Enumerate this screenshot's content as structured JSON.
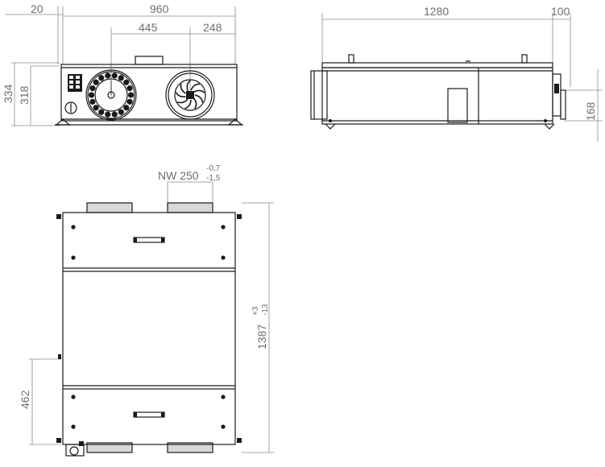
{
  "front_view": {
    "dim_top_left": "20",
    "dim_width": "960",
    "dim_fan_spacing": "445",
    "dim_fan_offset": "248",
    "dim_height_outer": "334",
    "dim_height_inner": "318"
  },
  "side_view": {
    "dim_length": "1280",
    "dim_depth_extra": "100",
    "dim_side_height": "168"
  },
  "top_view": {
    "duct_label": "NW 250",
    "duct_tol_upper": "-0,7",
    "duct_tol_lower": "-1,5",
    "dim_length": "1387",
    "dim_length_tol_upper": "+3",
    "dim_length_tol_lower": "-13",
    "dim_offset": "462"
  },
  "colors": {
    "line": "#1a1a1a",
    "dimension": "#8a8a8a",
    "text": "#6e6e6e"
  }
}
